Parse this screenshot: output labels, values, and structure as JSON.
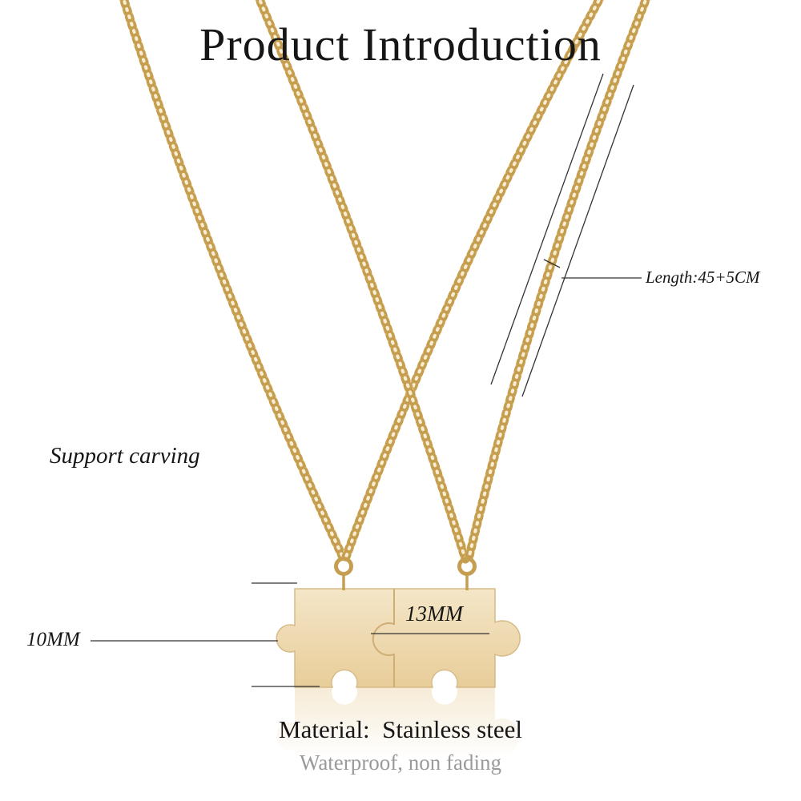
{
  "page": {
    "background": "#ffffff"
  },
  "title": "Product Introduction",
  "annotations": {
    "support_carving": "Support carving",
    "chain_length": "Length:45+5CM",
    "pendant_height": "10MM",
    "pendant_width": "13MM"
  },
  "footer": {
    "material": "Material:  Stainless steel",
    "finish_note": "Waterproof, non fading"
  },
  "colors": {
    "chain_base": "#ecd3a0",
    "chain_link": "#c69e50",
    "chain_highlight": "#f8edd2",
    "pendant_light": "#f4e6c8",
    "pendant_dark": "#e8cd99",
    "pendant_stroke": "#d6ba87",
    "seam_stroke": "#cfae74",
    "measure_line": "#333333",
    "note_gray": "#9a9a9a",
    "text_dark": "#161616"
  }
}
